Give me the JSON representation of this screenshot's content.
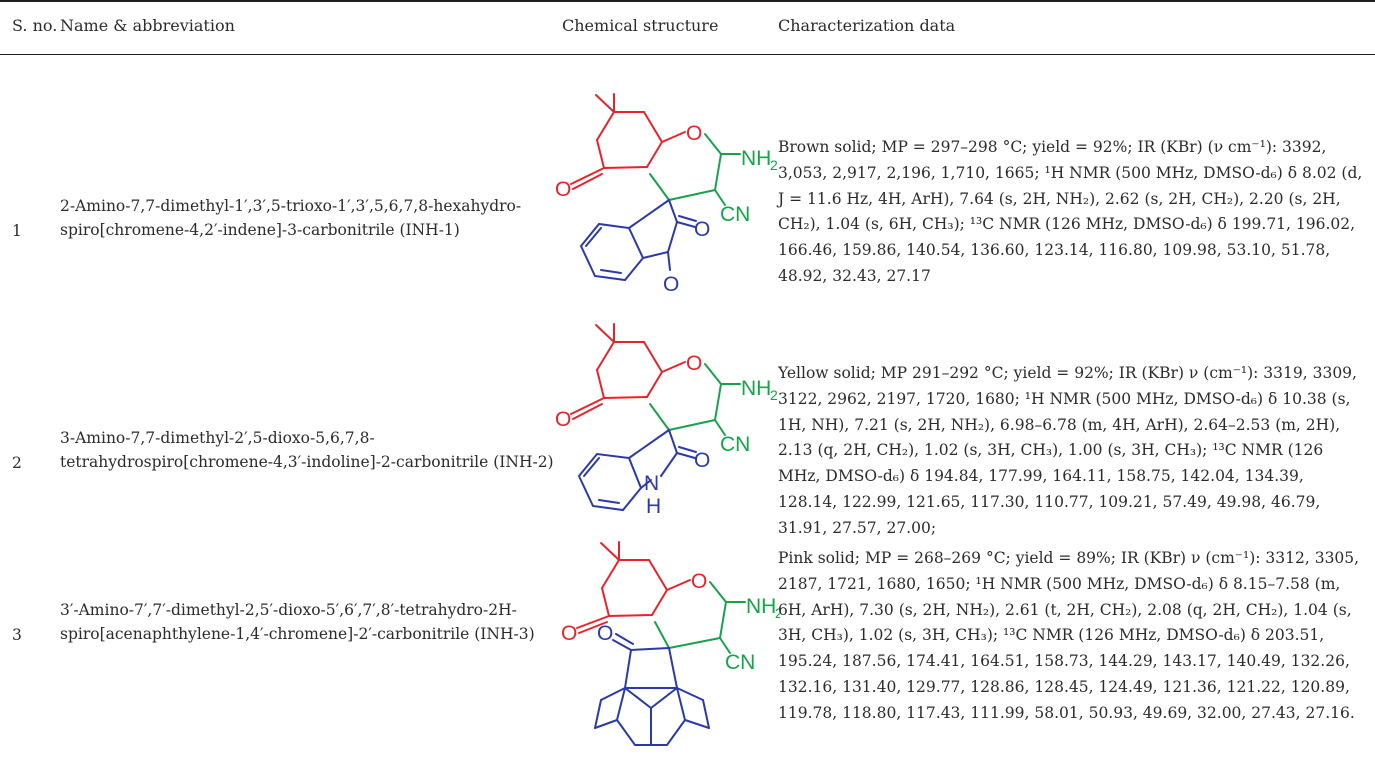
{
  "table": {
    "headers": {
      "sno": "S. no.",
      "name": "Name & abbreviation",
      "structure": "Chemical structure",
      "data": "Characterization data"
    },
    "rows": [
      {
        "sno": "1",
        "name": "2-Amino-7,7-dimethyl-1′,3′,5-trioxo-1′,3′,5,6,7,8-hexahydro-spiro[chromene-4,2′-indene]-3-carbonitrile (INH-1)",
        "atoms": {
          "o": "O",
          "nh2": "NH",
          "nh2_sub": "2",
          "ketone": "O",
          "cn": "CN",
          "o2": "O",
          "o3": "O"
        },
        "data": "Brown solid; MP = 297–298 °C; yield = 92%; IR (KBr) (ν cm⁻¹): 3392, 3,053, 2,917, 2,196, 1,710, 1665; ¹H NMR (500 MHz, DMSO-d₆) δ 8.02 (d, J = 11.6 Hz, 4H, ArH), 7.64 (s, 2H, NH₂), 2.62 (s, 2H, CH₂), 2.20 (s, 2H, CH₂), 1.04 (s, 6H, CH₃); ¹³C NMR (126 MHz, DMSO-d₆) δ 199.71, 196.02, 166.46, 159.86, 140.54, 136.60, 123.14, 116.80, 109.98, 53.10, 51.78, 48.92, 32.43, 27.17"
      },
      {
        "sno": "2",
        "name": "3-Amino-7,7-dimethyl-2′,5-dioxo-5,6,7,8-tetrahydrospiro[chromene-4,3′-indoline]-2-carbonitrile (INH-2)",
        "atoms": {
          "o": "O",
          "nh2": "NH",
          "nh2_sub": "2",
          "ketone": "O",
          "cn": "CN",
          "o2": "O",
          "n": "N",
          "h": "H"
        },
        "data": "Yellow solid; MP 291–292 °C; yield = 92%; IR (KBr) ν (cm⁻¹): 3319, 3309, 3122, 2962, 2197, 1720, 1680; ¹H NMR (500 MHz, DMSO-d₆) δ 10.38 (s, 1H, NH), 7.21 (s, 2H, NH₂), 6.98–6.78 (m, 4H, ArH), 2.64–2.53 (m, 2H), 2.13 (q, 2H, CH₂), 1.02 (s, 3H, CH₃), 1.00 (s, 3H, CH₃); ¹³C NMR (126 MHz, DMSO-d₆) δ 194.84, 177.99, 164.11, 158.75, 142.04, 134.39, 128.14, 122.99, 121.65, 117.30, 110.77, 109.21, 57.49, 49.98, 46.79, 31.91, 27.57, 27.00;"
      },
      {
        "sno": "3",
        "name": "3′-Amino-7′,7′-dimethyl-2,5′-dioxo-5′,6′,7′,8′-tetrahydro-2H-spiro[acenaphthylene-1,4′-chromene]-2′-carbonitrile (INH-3)",
        "atoms": {
          "o": "O",
          "nh2": "NH",
          "nh2_sub": "2",
          "ketone": "O",
          "cn": "CN",
          "o2": "O"
        },
        "data": "Pink solid; MP = 268–269 °C; yield = 89%; IR (KBr) ν (cm⁻¹): 3312, 3305, 2187, 1721, 1680, 1650; ¹H NMR (500 MHz, DMSO-d₆) δ 8.15–7.58 (m, 6H, ArH), 7.30 (s, 2H, NH₂), 2.61 (t, 2H, CH₂), 2.08 (q, 2H, CH₂), 1.04 (s, 3H, CH₃), 1.02 (s, 3H, CH₃); ¹³C NMR (126 MHz, DMSO-d₆) δ 203.51, 195.24, 187.56, 174.41, 164.51, 158.73, 144.29, 143.17, 140.49, 132.26, 132.16, 131.40, 129.77, 128.86, 128.45, 124.49, 121.36, 121.22, 120.89, 119.78, 118.80, 117.43, 111.99, 58.01, 50.93, 49.69, 32.00, 27.43, 27.16."
      }
    ]
  },
  "colors": {
    "red": "#e8232a",
    "green": "#17a34a",
    "blue": "#2b3aa8",
    "text": "#2b2b2b",
    "rule": "#1f1f1f"
  }
}
